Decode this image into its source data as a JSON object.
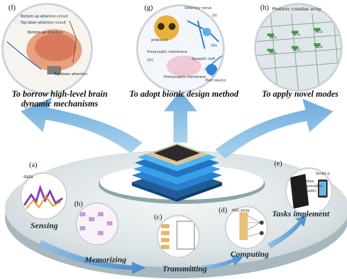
{
  "panels": {
    "f": {
      "label": "(f)",
      "caption_line1": "To borrow high-level brain",
      "caption_line2": "dynamic mechanisms",
      "inner_texts": [
        "Bottom up attention circuit",
        "Top down attention circuit",
        "Bottom up attention",
        "Top down attention"
      ]
    },
    "g": {
      "label": "(g)",
      "caption_line1": "To adopt bionic design method",
      "caption_line2": "",
      "inner_texts": [
        "Olfactory nerve",
        "(II)",
        "(III)",
        "proboscis",
        "Synaptic cleft",
        "Presynaptic membrane",
        "Postsynaptic membrane",
        "Post neuron",
        "(IV)"
      ]
    },
    "h": {
      "label": "(h)",
      "caption_line1": "To apply novel modes",
      "caption_line2": "",
      "inner_texts": [
        "Photonic crossbar array",
        "W₁₁",
        "W₁₂",
        "W₁₃",
        "W₂₁",
        "W₂₂",
        "W₂₃"
      ]
    },
    "a": {
      "label": "(a)",
      "inner_texts": [
        "data"
      ]
    },
    "b": {
      "label": "(b)"
    },
    "c": {
      "label": "(c)"
    },
    "d": {
      "label": "(d)",
      "inner_texts": [
        "HDC array"
      ]
    },
    "e": {
      "label": "(e)",
      "inner_texts": [
        "Smart p",
        "wireless",
        "communication",
        "(Bluetooth)"
      ]
    }
  },
  "steps": {
    "sensing": "Sensing",
    "memorizing": "Memorizing",
    "transmitting": "Transmitting",
    "computing": "Computing",
    "tasks": "Tasks implement"
  },
  "colors": {
    "arrow_blue": "#5aa7dc",
    "ring_top": "#dfe6e8",
    "ring_side": "#9fb2b8",
    "chip_blue": "#2a7fd0"
  }
}
